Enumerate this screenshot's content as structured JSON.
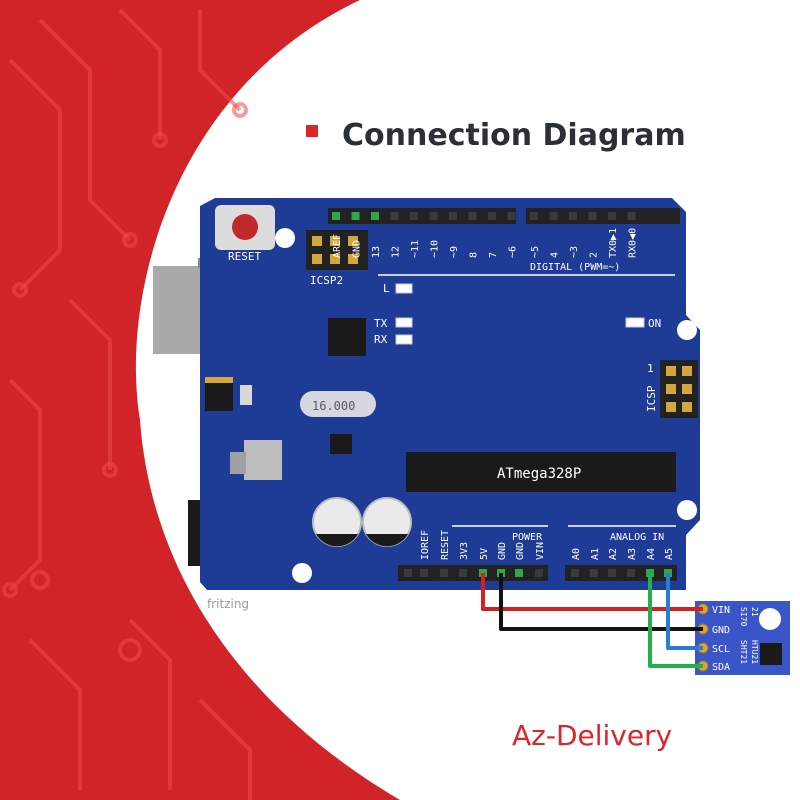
{
  "title": "Connection Diagram",
  "brand": {
    "left": "Az",
    "right": "-Delivery",
    "color": "#d9262a"
  },
  "credit": "fritzing",
  "colors": {
    "board": "#1e3c96",
    "background_red": "#d02428",
    "wire_red": "#d42020",
    "wire_black": "#111111",
    "wire_blue": "#2a7bd4",
    "wire_green": "#22b04b"
  },
  "board": {
    "reset_label": "RESET",
    "icsp2_label": "ICSP2",
    "icsp_label": "ICSP",
    "icsp_pin1": "1",
    "digital_header": [
      "AREF",
      "GND",
      "13",
      "12",
      "~11",
      "~10",
      "~9",
      "8",
      "7",
      "~6",
      "~5",
      "4",
      "~3",
      "2",
      "TX0▶1",
      "RX0◀0"
    ],
    "digital_label": "DIGITAL (PWM=~)",
    "led_l": "L",
    "led_tx": "TX",
    "led_rx": "RX",
    "led_on": "ON",
    "crystal": "16.000",
    "chip": "ATmega328P",
    "power_label": "POWER",
    "power_pins": [
      "IOREF",
      "RESET",
      "3V3",
      "5V",
      "GND",
      "GND",
      "VIN"
    ],
    "analog_label": "ANALOG IN",
    "analog_pins": [
      "A0",
      "A1",
      "A2",
      "A3",
      "A4",
      "A5"
    ]
  },
  "sensor": {
    "pins": [
      "VIN",
      "GND",
      "SCL",
      "SDA"
    ],
    "model_lines": [
      "SI70",
      "21",
      "SHT21",
      "HTU21"
    ]
  },
  "wires": [
    {
      "from": "5V",
      "to": "VIN",
      "color": "red"
    },
    {
      "from": "GND",
      "to": "GND",
      "color": "black"
    },
    {
      "from": "A5",
      "to": "SCL",
      "color": "blue"
    },
    {
      "from": "A4",
      "to": "SDA",
      "color": "green"
    }
  ]
}
